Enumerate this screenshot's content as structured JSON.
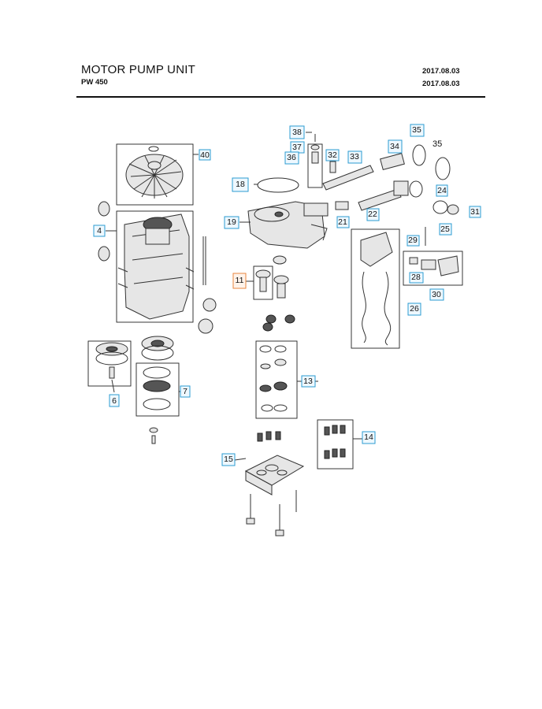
{
  "header": {
    "title": "MOTOR PUMP UNIT",
    "model": "PW 450",
    "date_1": "2017.08.03",
    "date_2": "2017.08.03"
  },
  "callouts": {
    "c4": "4",
    "c6": "6",
    "c7": "7",
    "c11": "11",
    "c13": "13",
    "c14": "14",
    "c15": "15",
    "c18": "18",
    "c19": "19",
    "c21": "21",
    "c22": "22",
    "c24": "24",
    "c25": "25",
    "c26": "26",
    "c28": "28",
    "c29": "29",
    "c30": "30",
    "c31": "31",
    "c32": "32",
    "c33": "33",
    "c34": "34",
    "c35": "35",
    "c35b": "35",
    "c36": "36",
    "c37": "37",
    "c38": "38",
    "c40": "40"
  },
  "colors": {
    "callout_border": "#2b9bd1",
    "highlight_border": "#e8863e"
  }
}
